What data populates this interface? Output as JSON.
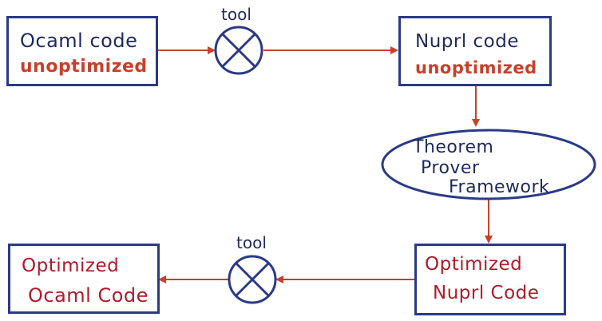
{
  "nodes": {
    "ocaml_unoptimized": {
      "line1": "Ocaml code",
      "line2": "unoptimized"
    },
    "nuprl_unoptimized": {
      "line1": "Nuprl code",
      "line2": "unoptimized"
    },
    "theorem_prover": {
      "line1": "Theorem",
      "line2": "Prover",
      "line3": "Framework"
    },
    "nuprl_optimized": {
      "line1": "Optimized",
      "line2": "Nuprl Code"
    },
    "ocaml_optimized": {
      "line1": "Optimized",
      "line2": "Ocaml Code"
    }
  },
  "tools": {
    "top": "tool",
    "bottom": "tool"
  },
  "colors": {
    "box_border": "#2b3a86",
    "arrow": "#c8402a",
    "ink_blue": "#1f2a5c",
    "ink_red": "#c8402a",
    "ink_crimson": "#b01a2a"
  }
}
